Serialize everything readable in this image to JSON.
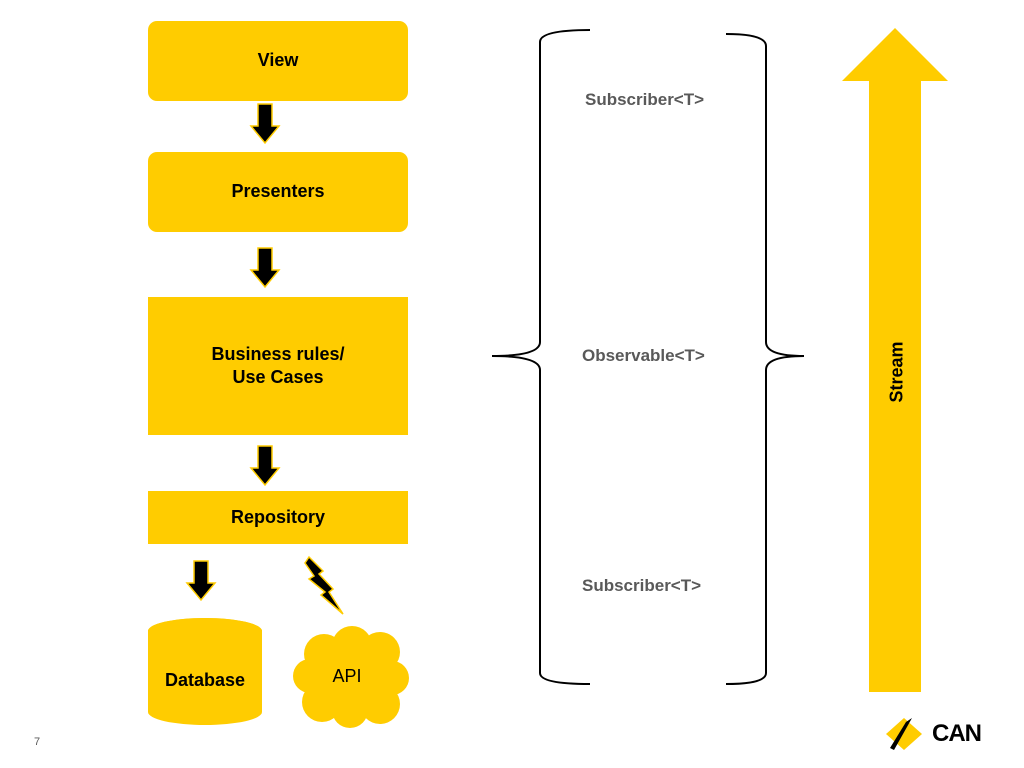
{
  "layers": {
    "view": "View",
    "presenters": "Presenters",
    "business_line1": "Business rules/",
    "business_line2": "Use Cases",
    "repository": "Repository",
    "database": "Database",
    "api": "API"
  },
  "stream": {
    "subscriber_top": "Subscriber<T>",
    "observable": "Observable<T>",
    "subscriber_bottom": "Subscriber<T>",
    "arrow_label": "Stream"
  },
  "footer": {
    "page_number": "7",
    "logo_text": "CAN"
  },
  "colors": {
    "accent": "#FFCC00",
    "text_gray": "#595959"
  }
}
